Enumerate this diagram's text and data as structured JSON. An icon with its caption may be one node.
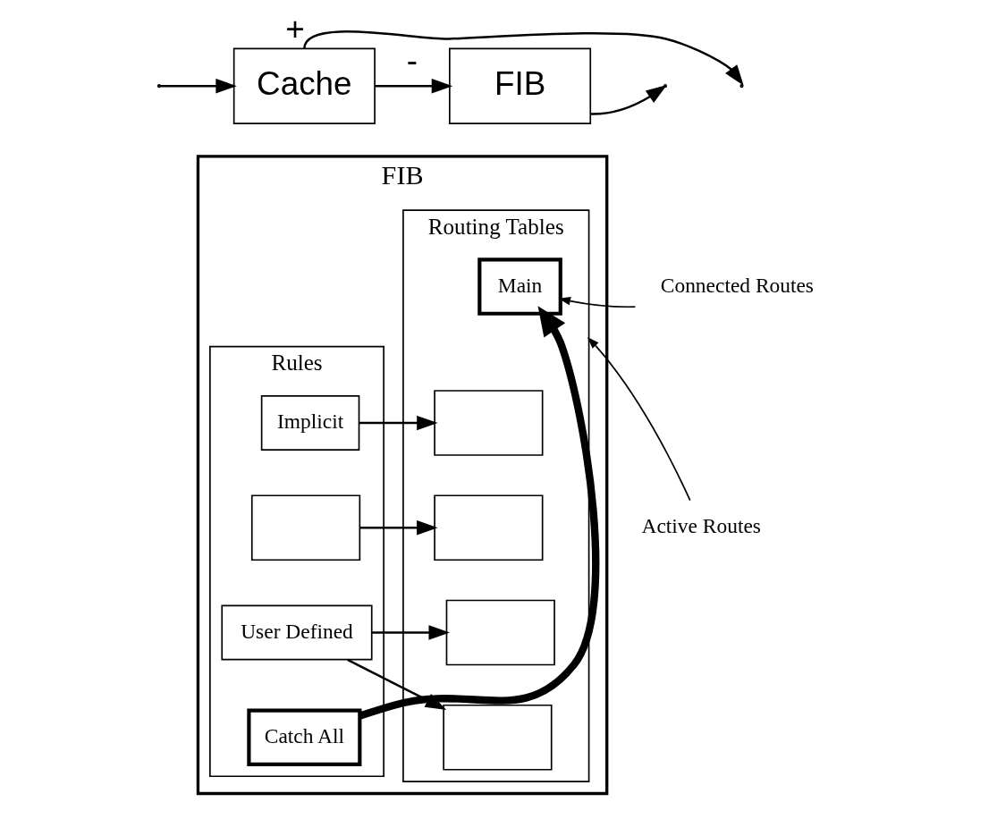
{
  "diagram": {
    "nodes": [
      {
        "text": [
          "Cache"
        ]
      },
      {
        "text": [
          "FIB"
        ]
      },
      {
        "text": [
          "FIB"
        ]
      },
      {
        "text": [
          "Routing Tables"
        ],
        "in": 2
      },
      {
        "text": [
          "Main"
        ],
        "in": 3
      },
      {
        "text": [],
        "shape": "box",
        "in": 3
      },
      {
        "text": [],
        "shape": "box",
        "in": 3
      },
      {
        "text": [],
        "shape": "box",
        "in": 3
      },
      {
        "text": [],
        "shape": "box",
        "in": 3
      },
      {
        "text": [
          "Rules"
        ],
        "in": 2
      },
      {
        "text": [
          "Implicit"
        ],
        "in": 9
      },
      {
        "text": [],
        "shape": "box",
        "in": 9
      },
      {
        "text": [
          "User Defined"
        ],
        "in": 9
      },
      {
        "text": [
          "Catch All"
        ],
        "in": 9
      },
      {
        "text": [
          "Connected Routes"
        ]
      },
      {
        "text": [
          "Active Routes"
        ]
      }
    ],
    "edges": [
      {
        "from": 0,
        "to": null,
        "arrow": "to",
        "label": "+"
      },
      {
        "from": 0,
        "to": 1,
        "arrow": "to",
        "label": "-"
      },
      {
        "from": null,
        "to": 0,
        "arrow": "to"
      },
      {
        "from": 1,
        "to": null,
        "arrow": "to"
      },
      {
        "from": 14,
        "to": 4,
        "arrow": "to"
      },
      {
        "from": 15,
        "to": 3,
        "arrow": "to"
      },
      {
        "from": 10,
        "to": 5,
        "arrow": "to"
      },
      {
        "from": 11,
        "to": 6,
        "arrow": "to"
      },
      {
        "from": 12,
        "to": 7,
        "arrow": "to"
      },
      {
        "from": 12,
        "to": 8,
        "arrow": "to"
      },
      {
        "from": 13,
        "to": 4,
        "arrow": "to",
        "style": "thick"
      }
    ]
  }
}
